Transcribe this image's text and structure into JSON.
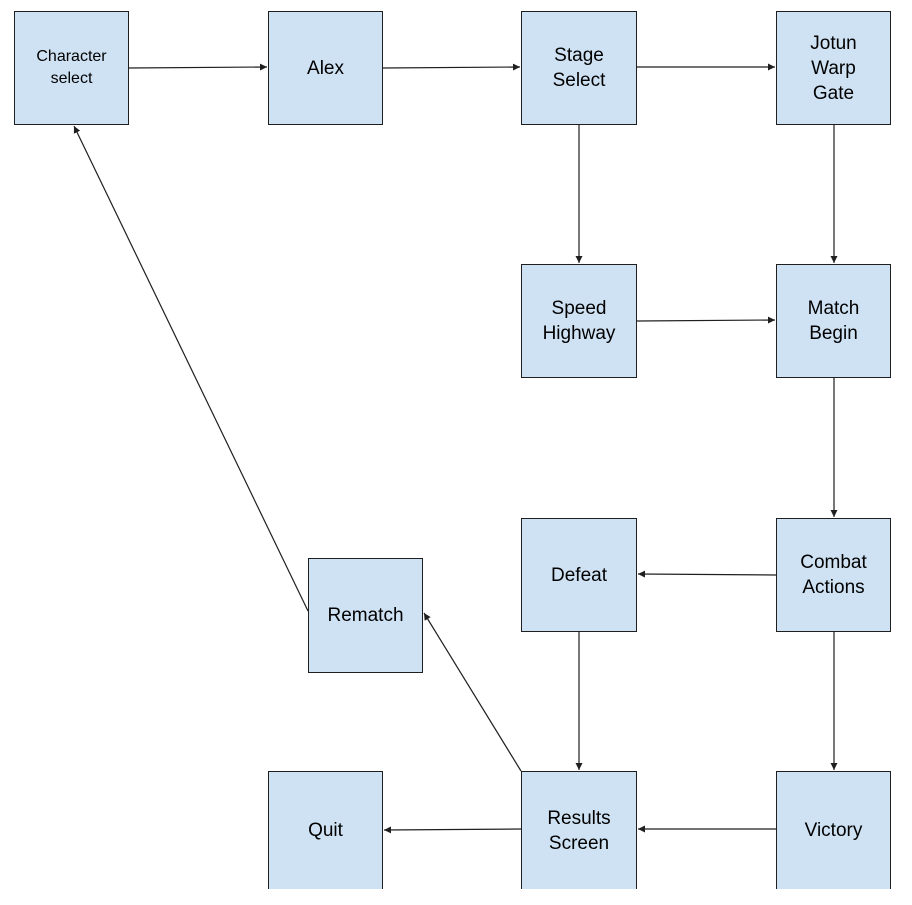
{
  "colors": {
    "node_fill": "#cfe2f3",
    "node_border": "#1f1f1f",
    "edge": "#1f1f1f",
    "text": "#000000"
  },
  "nodes": {
    "character_select": "Character\nselect",
    "alex": "Alex",
    "stage_select": "Stage\nSelect",
    "jotun_warp_gate": "Jotun\nWarp\nGate",
    "speed_highway": "Speed\nHighway",
    "match_begin": "Match\nBegin",
    "defeat": "Defeat",
    "combat_actions": "Combat\nActions",
    "rematch": "Rematch",
    "quit": "Quit",
    "results_screen": "Results\nScreen",
    "victory": "Victory"
  },
  "edges": [
    {
      "from": "character_select",
      "to": "alex"
    },
    {
      "from": "alex",
      "to": "stage_select"
    },
    {
      "from": "stage_select",
      "to": "jotun_warp_gate"
    },
    {
      "from": "stage_select",
      "to": "speed_highway"
    },
    {
      "from": "jotun_warp_gate",
      "to": "match_begin"
    },
    {
      "from": "speed_highway",
      "to": "match_begin"
    },
    {
      "from": "match_begin",
      "to": "combat_actions"
    },
    {
      "from": "combat_actions",
      "to": "defeat"
    },
    {
      "from": "combat_actions",
      "to": "victory"
    },
    {
      "from": "defeat",
      "to": "results_screen"
    },
    {
      "from": "victory",
      "to": "results_screen"
    },
    {
      "from": "results_screen",
      "to": "quit"
    },
    {
      "from": "results_screen",
      "to": "rematch"
    },
    {
      "from": "rematch",
      "to": "character_select"
    }
  ]
}
